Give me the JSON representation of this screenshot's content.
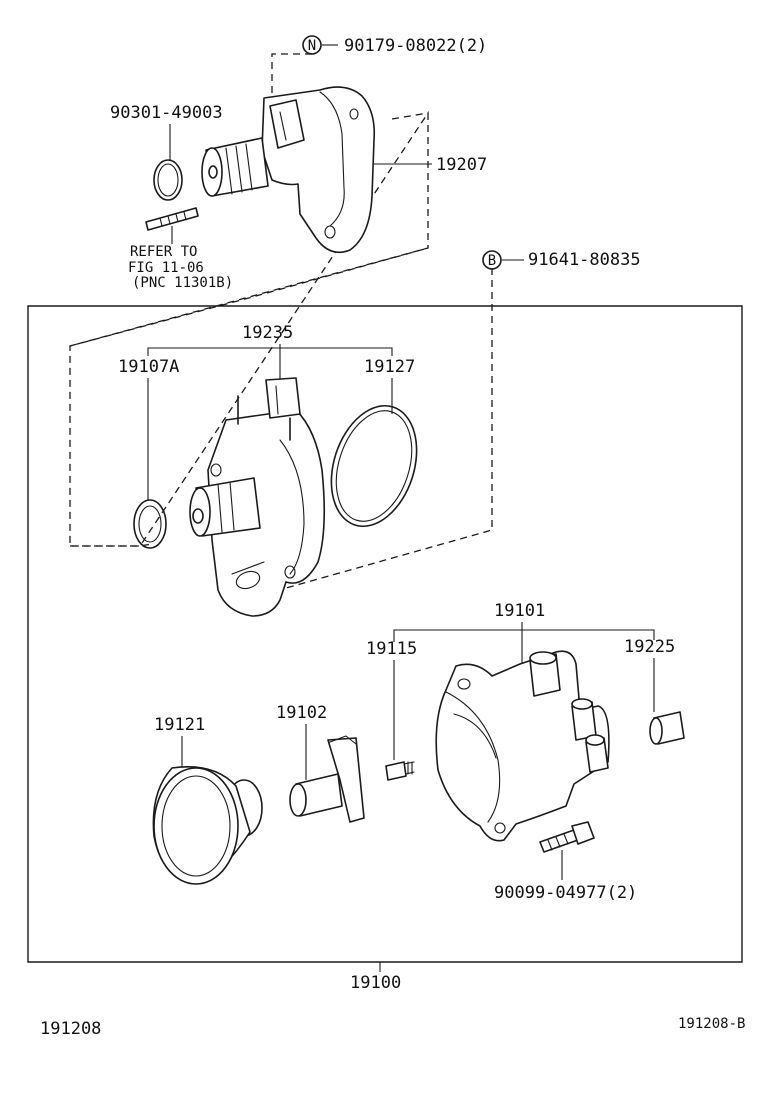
{
  "diagram": {
    "labels": {
      "p90179": "90179-08022(2)",
      "p90301": "90301-49003",
      "p19207": "19207",
      "refer_line1": "REFER TO",
      "refer_line2": "FIG 11-06",
      "refer_line3": "(PNC 11301B)",
      "p91641": "91641-80835",
      "p19235": "19235",
      "p19107A": "19107A",
      "p19127": "19127",
      "p19101": "19101",
      "p19115": "19115",
      "p19225": "19225",
      "p19121": "19121",
      "p19102": "19102",
      "p90099": "90099-04977(2)",
      "p19100": "19100"
    },
    "callout_n": "N",
    "callout_b": "B",
    "footer_left": "191208",
    "footer_right": "191208-B"
  }
}
